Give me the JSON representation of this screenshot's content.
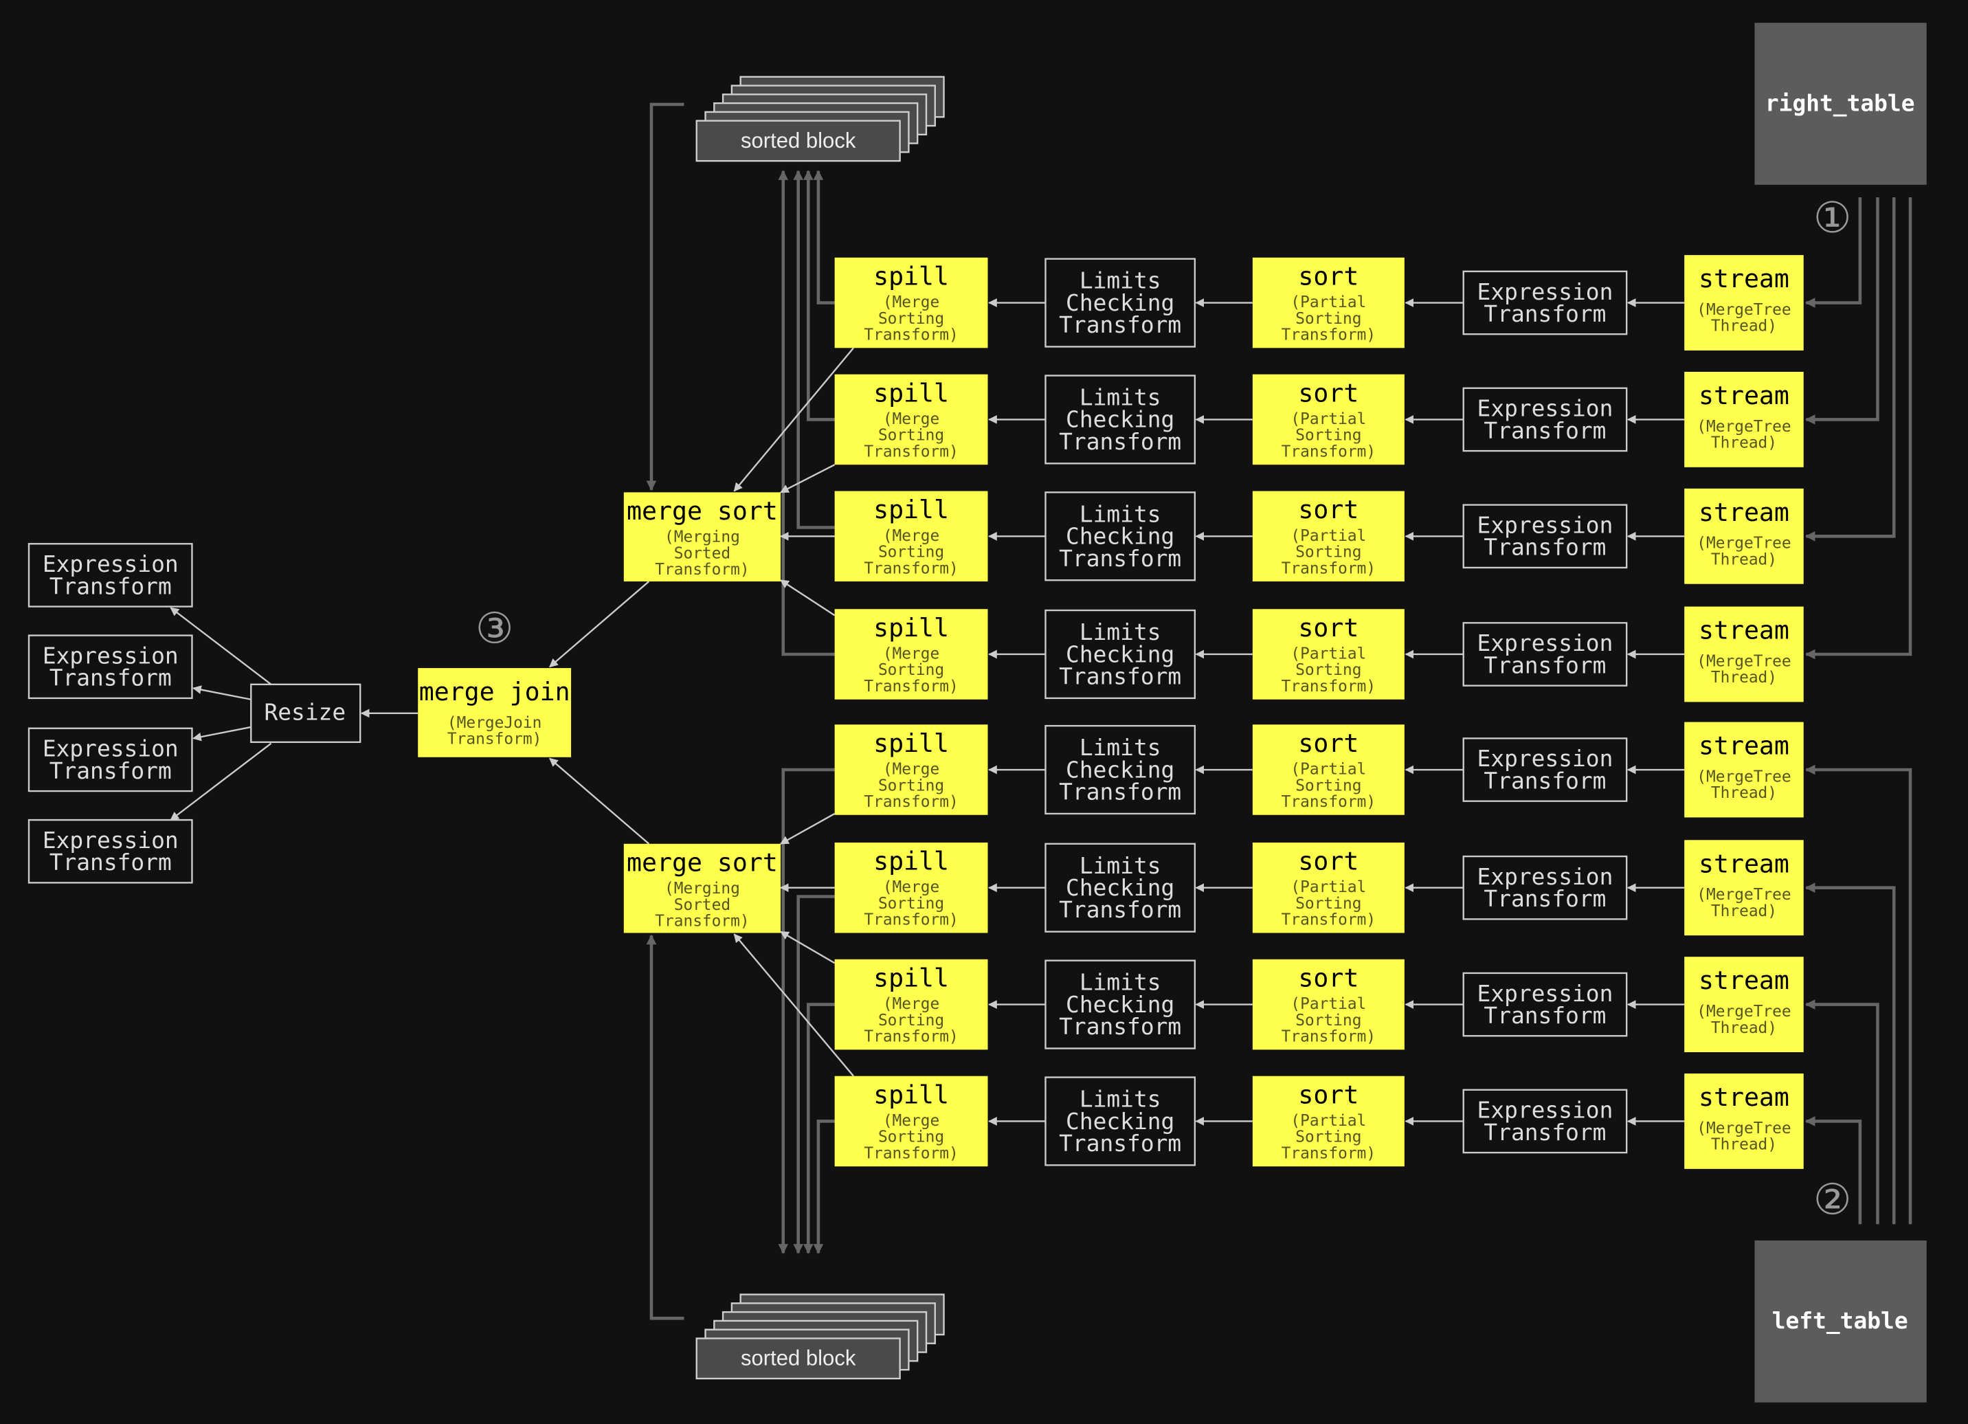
{
  "colors": {
    "background": "#111111",
    "yellow": "#ffff4d",
    "gray_box": "#5c5c5c",
    "edge_white": "#cccccc",
    "edge_gray": "#666666"
  },
  "tables": {
    "right": "right_table",
    "left": "left_table"
  },
  "sorted_block": {
    "top": "sorted block",
    "bottom": "sorted block"
  },
  "markers": {
    "one": "①",
    "two": "②",
    "three": "③"
  },
  "row_nodes": {
    "spill": {
      "title": "spill",
      "sub": [
        "(Merge",
        "Sorting",
        "Transform)"
      ]
    },
    "limits": {
      "lines": [
        "Limits",
        "Checking",
        "Transform"
      ]
    },
    "sort": {
      "title": "sort",
      "sub": [
        "(Partial",
        "Sorting",
        "Transform)"
      ]
    },
    "expression": {
      "lines": [
        "Expression",
        "Transform"
      ]
    },
    "stream": {
      "title": "stream",
      "sub": [
        "(MergeTree",
        "Thread)"
      ]
    }
  },
  "row_count": 8,
  "merge_sort": {
    "title": "merge sort",
    "sub": [
      "(Merging",
      "Sorted",
      "Transform)"
    ]
  },
  "merge_join": {
    "title": "merge join",
    "sub": [
      "(MergeJoin",
      "Transform)"
    ]
  },
  "resize": "Resize",
  "outputs": [
    {
      "lines": [
        "Expression",
        "Transform"
      ]
    },
    {
      "lines": [
        "Expression",
        "Transform"
      ]
    },
    {
      "lines": [
        "Expression",
        "Transform"
      ]
    },
    {
      "lines": [
        "Expression",
        "Transform"
      ]
    }
  ]
}
